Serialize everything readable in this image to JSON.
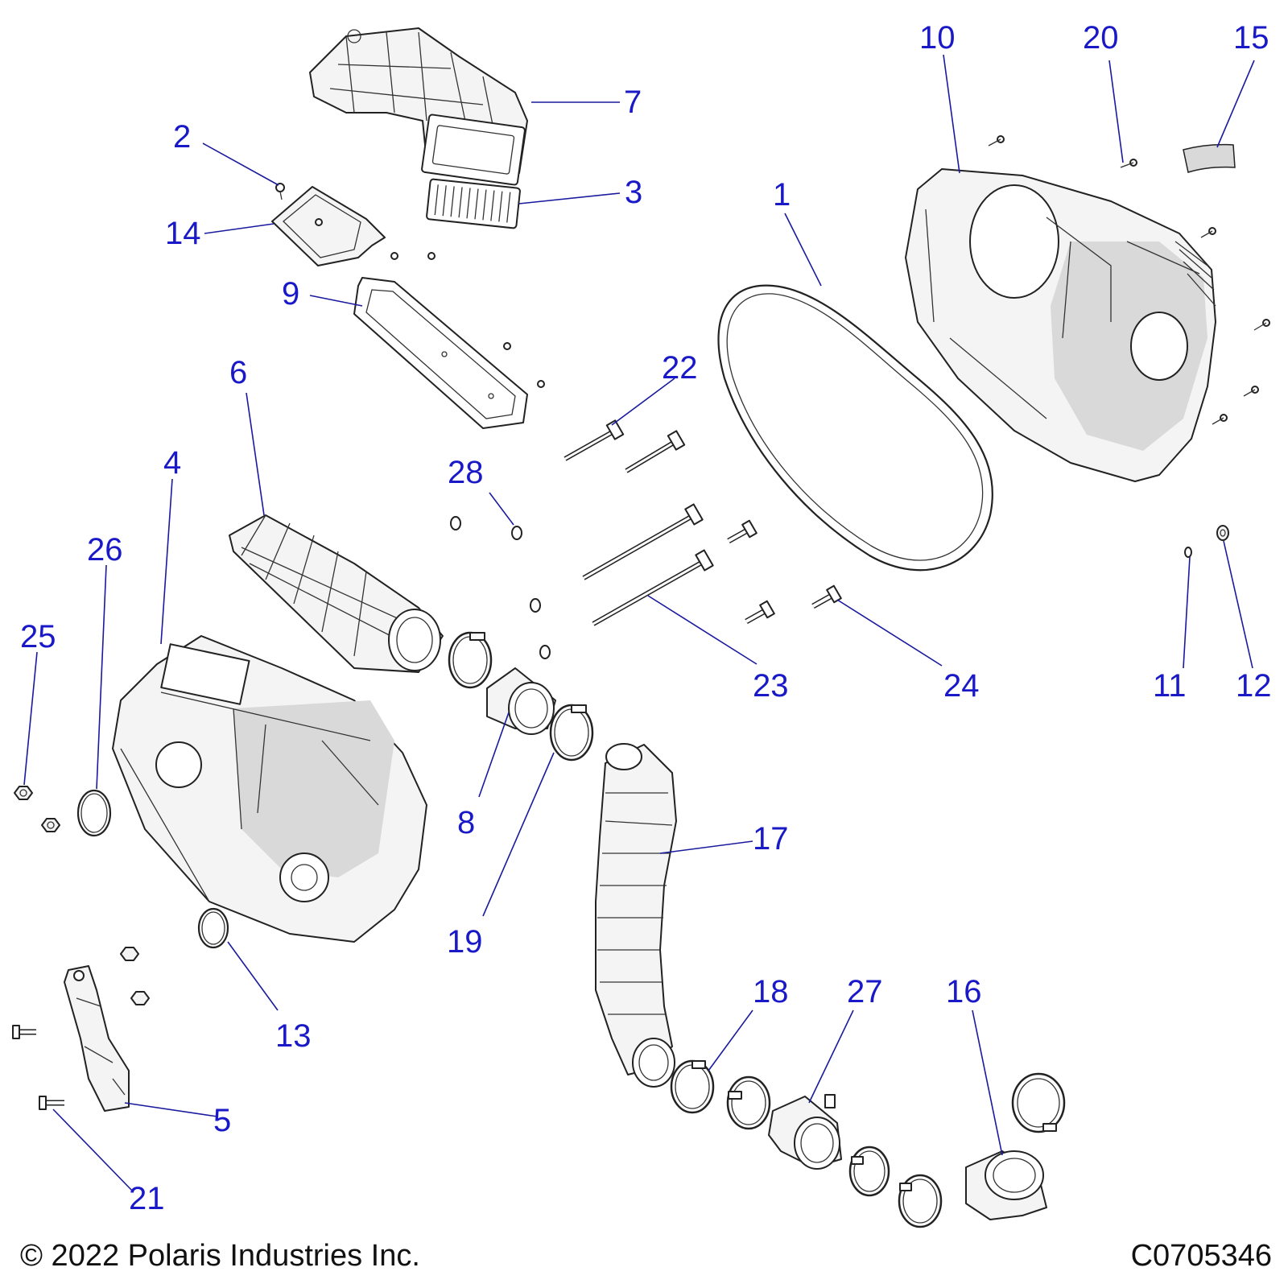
{
  "copyright": "© 2022 Polaris Industries Inc.",
  "diagram_id": "C0705346",
  "callouts": [
    {
      "n": "1"
    },
    {
      "n": "2"
    },
    {
      "n": "3"
    },
    {
      "n": "4"
    },
    {
      "n": "5"
    },
    {
      "n": "6"
    },
    {
      "n": "7"
    },
    {
      "n": "8"
    },
    {
      "n": "9"
    },
    {
      "n": "10"
    },
    {
      "n": "11"
    },
    {
      "n": "12"
    },
    {
      "n": "13"
    },
    {
      "n": "14"
    },
    {
      "n": "15"
    },
    {
      "n": "16"
    },
    {
      "n": "17"
    },
    {
      "n": "18"
    },
    {
      "n": "19"
    },
    {
      "n": "20"
    },
    {
      "n": "21"
    },
    {
      "n": "22"
    },
    {
      "n": "23"
    },
    {
      "n": "24"
    },
    {
      "n": "25"
    },
    {
      "n": "26"
    },
    {
      "n": "27"
    },
    {
      "n": "28"
    }
  ]
}
